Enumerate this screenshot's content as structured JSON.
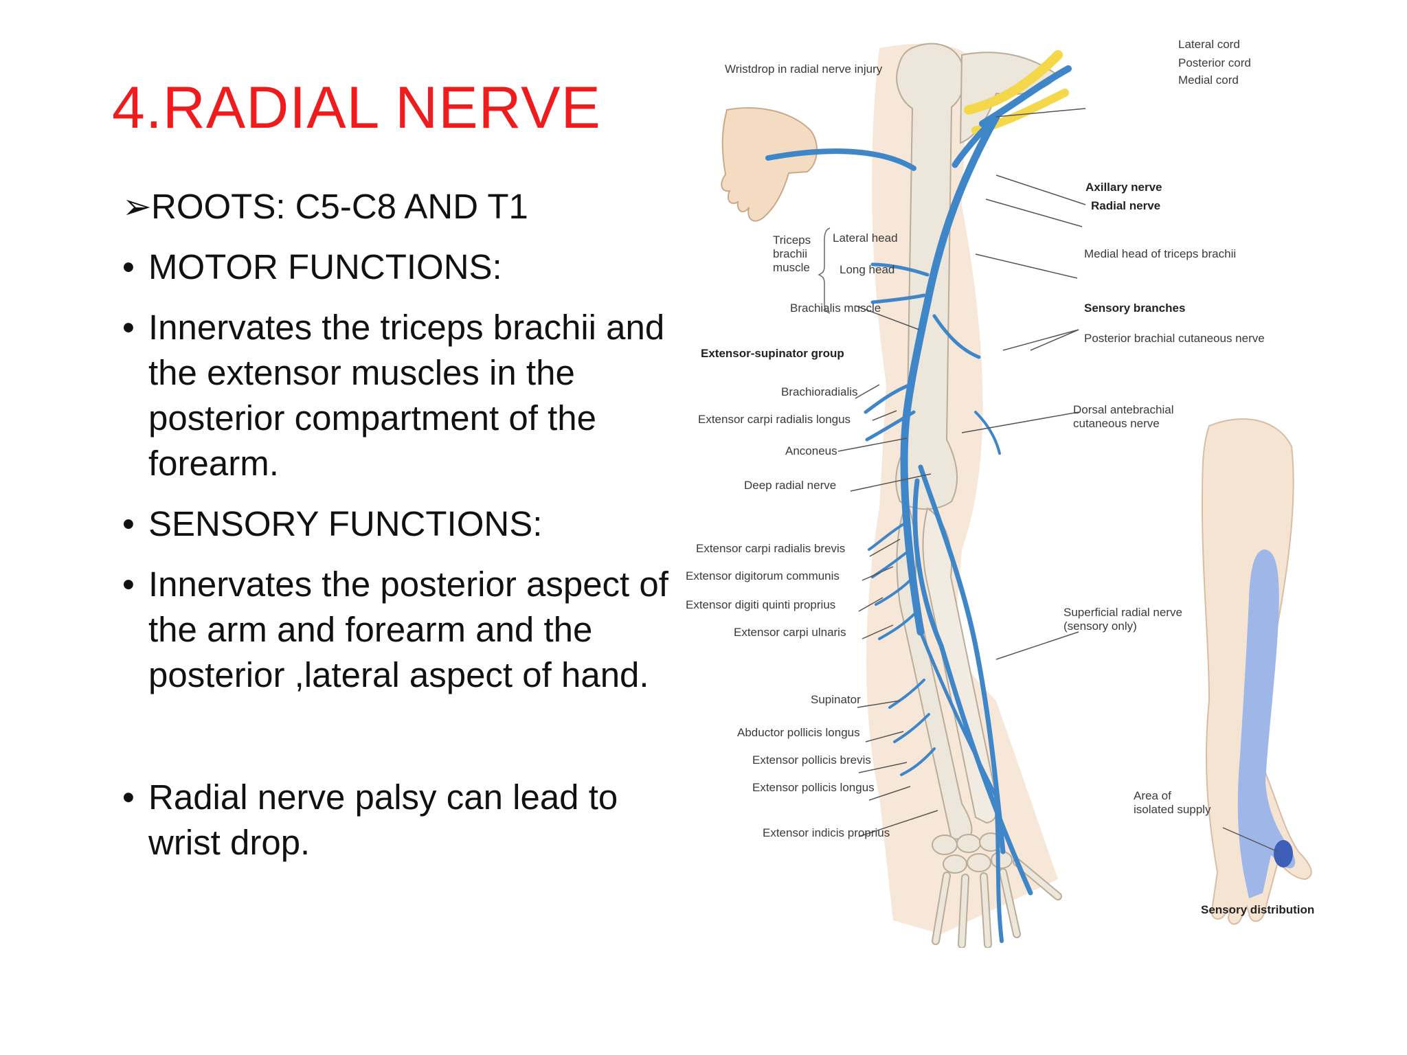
{
  "slide": {
    "title": "4.RADIAL NERVE",
    "roots": {
      "marker": "➢",
      "text": "ROOTS: C5-C8 AND T1"
    },
    "bullet_marker": "•",
    "bullets": [
      "MOTOR FUNCTIONS:",
      "Innervates the triceps brachii and the extensor muscles in the posterior compartment of the forearm.",
      "SENSORY FUNCTIONS:",
      "Innervates the posterior aspect of the arm and forearm and the posterior ,lateral aspect of hand.",
      "Radial nerve palsy can lead to wrist drop."
    ]
  },
  "diagram": {
    "labels": {
      "wristdrop": "Wristdrop in radial nerve injury",
      "lateral_cord": "Lateral cord",
      "posterior_cord": "Posterior cord",
      "medial_cord": "Medial cord",
      "axillary_nerve": "Axillary nerve",
      "radial_nerve": "Radial nerve",
      "triceps_1": "Triceps",
      "triceps_2": "brachii",
      "triceps_3": "muscle",
      "lateral_head": "Lateral head",
      "long_head": "Long head",
      "medial_head": "Medial head of triceps brachii",
      "brachialis": "Brachialis muscle",
      "sensory_branches": "Sensory branches",
      "posterior_brachial": "Posterior brachial cutaneous nerve",
      "extensor_supinator": "Extensor-supinator group",
      "brachioradialis": "Brachioradialis",
      "ecrl": "Extensor carpi radialis longus",
      "dorsal_ante_1": "Dorsal antebrachial",
      "dorsal_ante_2": "cutaneous nerve",
      "anconeus": "Anconeus",
      "deep_radial": "Deep radial nerve",
      "ecrb": "Extensor carpi radialis brevis",
      "edc": "Extensor digitorum communis",
      "edqp": "Extensor digiti quinti proprius",
      "ecu": "Extensor carpi ulnaris",
      "superficial_1": "Superficial radial nerve",
      "superficial_2": "(sensory only)",
      "supinator": "Supinator",
      "apl": "Abductor pollicis longus",
      "epb": "Extensor pollicis brevis",
      "epl": "Extensor pollicis longus",
      "eip": "Extensor indicis proprius",
      "area_1": "Area of",
      "area_2": "isolated supply",
      "sensory_distribution": "Sensory distribution"
    },
    "colors": {
      "nerve": "#3f86c8",
      "cord": "#f4d84a",
      "bone": "#ece6db",
      "bone_outline": "#b9ac98",
      "skin": "#f6e4d2",
      "sensory_area": "#9eb6e8",
      "isolated_area": "#3e5fb8"
    }
  }
}
